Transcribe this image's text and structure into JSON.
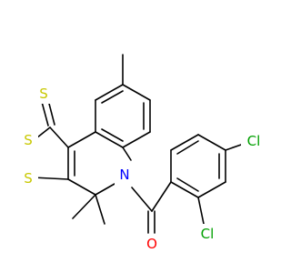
{
  "molecule": {
    "colors": {
      "S": "#c8c800",
      "N": "#0000ff",
      "O": "#ff0000",
      "Cl": "#00a000",
      "bond": "#000000"
    },
    "atoms": {
      "thione_S": {
        "element": "S",
        "label": "S"
      },
      "ring_S1": {
        "element": "S",
        "label": "S"
      },
      "ring_S2": {
        "element": "S",
        "label": "S"
      },
      "N": {
        "element": "N",
        "label": "N"
      },
      "O": {
        "element": "O",
        "label": "O"
      },
      "Cl_para": {
        "element": "Cl",
        "label": "Cl"
      },
      "Cl_ortho": {
        "element": "Cl",
        "label": "Cl"
      }
    }
  }
}
